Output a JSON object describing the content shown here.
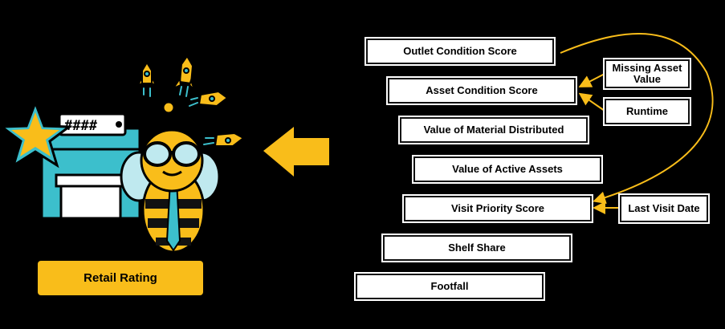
{
  "hero": {
    "sign_text": "####",
    "caption": "Retail Rating",
    "icons": [
      "store-icon",
      "star-icon",
      "bee-mascot-icon",
      "rocket-icon"
    ]
  },
  "factors": [
    {
      "label": "Outlet Condition Score"
    },
    {
      "label": "Asset Condition Score"
    },
    {
      "label": "Value of Material Distributed"
    },
    {
      "label": "Value of Active Assets"
    },
    {
      "label": "Visit Priority Score"
    },
    {
      "label": "Shelf Share"
    },
    {
      "label": "Footfall"
    }
  ],
  "inputs": [
    {
      "label": "Missing Asset Value"
    },
    {
      "label": "Runtime"
    },
    {
      "label": "Last Visit Date"
    }
  ],
  "colors": {
    "accent": "#f9bd1a",
    "teal": "#3cbfcc",
    "background": "#000000",
    "box": "#ffffff"
  }
}
